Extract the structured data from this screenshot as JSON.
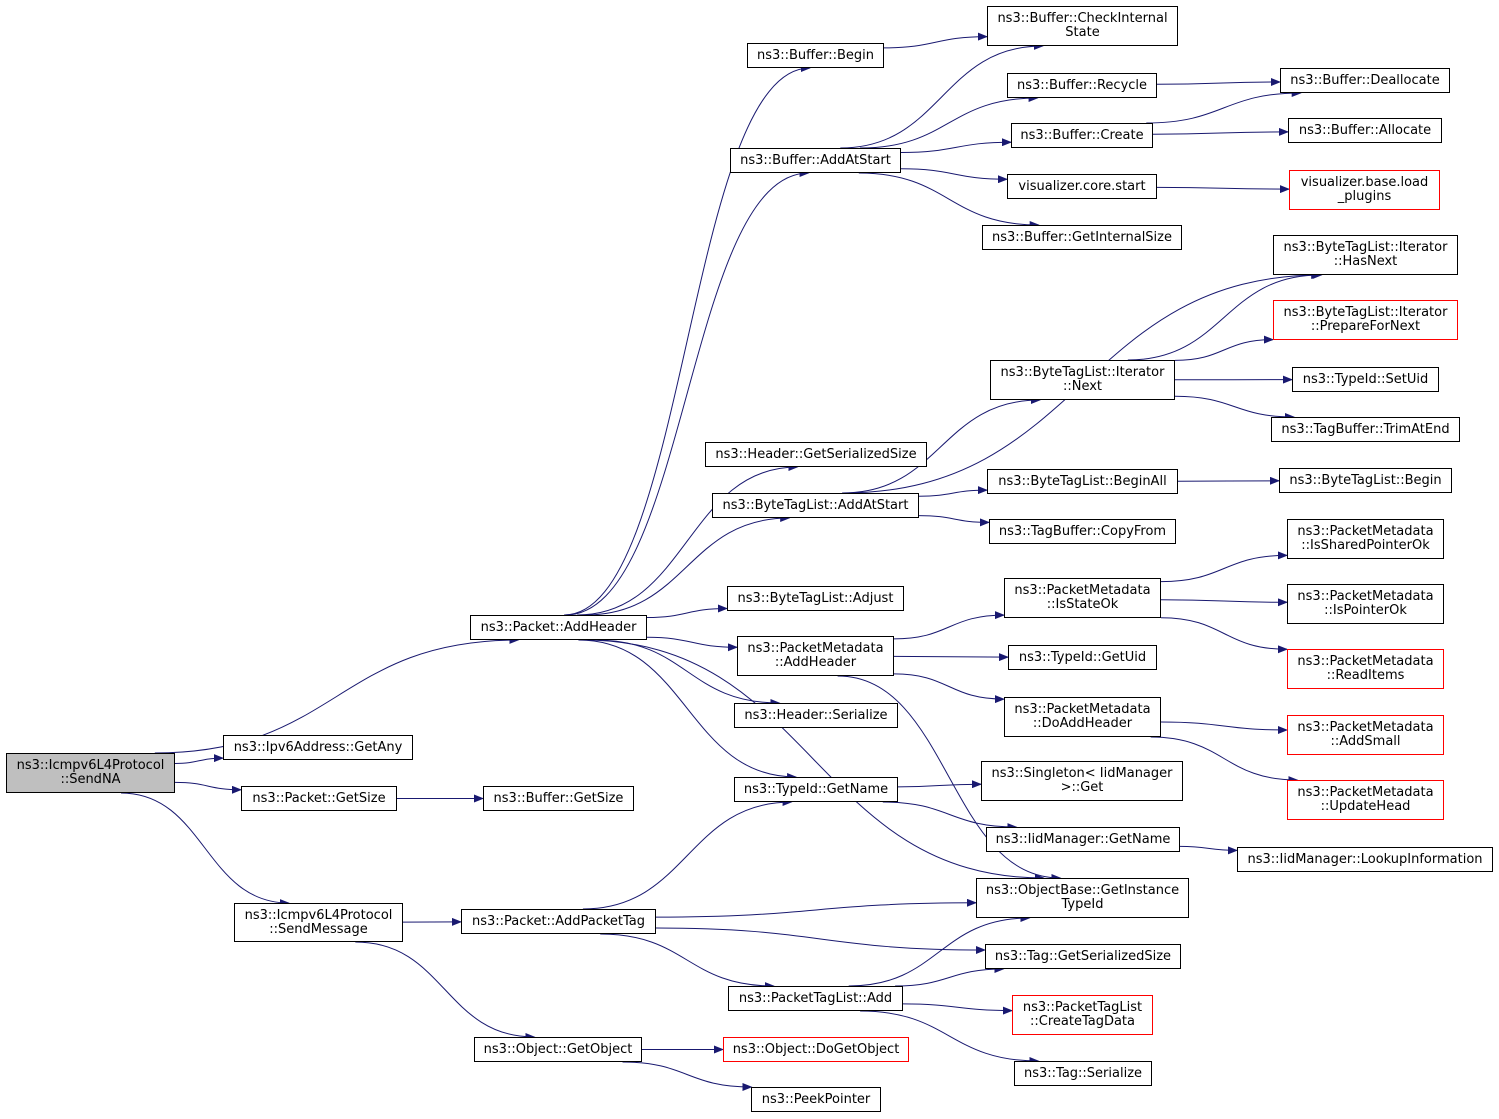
{
  "colors": {
    "edge": "#191970",
    "border_default": "#000000",
    "border_truncated": "#ff0000",
    "root_fill": "#bfbfbf"
  },
  "nodes": {
    "root": {
      "lines": [
        "ns3::Icmpv6L4Protocol",
        "::SendNA"
      ],
      "truncated": false
    },
    "add_header": {
      "lines": [
        "ns3::Packet::AddHeader"
      ],
      "truncated": false
    },
    "ipv6_get_any": {
      "lines": [
        "ns3::Ipv6Address::GetAny"
      ],
      "truncated": false
    },
    "packet_get_size": {
      "lines": [
        "ns3::Packet::GetSize"
      ],
      "truncated": false
    },
    "send_message": {
      "lines": [
        "ns3::Icmpv6L4Protocol",
        "::SendMessage"
      ],
      "truncated": false
    },
    "buffer_get_size": {
      "lines": [
        "ns3::Buffer::GetSize"
      ],
      "truncated": false
    },
    "add_packet_tag": {
      "lines": [
        "ns3::Packet::AddPacketTag"
      ],
      "truncated": false
    },
    "get_object": {
      "lines": [
        "ns3::Object::GetObject"
      ],
      "truncated": false
    },
    "buffer_begin": {
      "lines": [
        "ns3::Buffer::Begin"
      ],
      "truncated": false
    },
    "buffer_add_at_start": {
      "lines": [
        "ns3::Buffer::AddAtStart"
      ],
      "truncated": false
    },
    "header_get_serialized_size": {
      "lines": [
        "ns3::Header::GetSerializedSize"
      ],
      "truncated": false
    },
    "bytetaglist_add_at_start": {
      "lines": [
        "ns3::ByteTagList::AddAtStart"
      ],
      "truncated": false
    },
    "bytetaglist_adjust": {
      "lines": [
        "ns3::ByteTagList::Adjust"
      ],
      "truncated": false
    },
    "pm_add_header": {
      "lines": [
        "ns3::PacketMetadata",
        "::AddHeader"
      ],
      "truncated": false
    },
    "header_serialize": {
      "lines": [
        "ns3::Header::Serialize"
      ],
      "truncated": false
    },
    "typeid_get_name": {
      "lines": [
        "ns3::TypeId::GetName"
      ],
      "truncated": false
    },
    "packettaglist_add": {
      "lines": [
        "ns3::PacketTagList::Add"
      ],
      "truncated": false
    },
    "object_do_get_object": {
      "lines": [
        "ns3::Object::DoGetObject"
      ],
      "truncated": true
    },
    "peek_pointer": {
      "lines": [
        "ns3::PeekPointer"
      ],
      "truncated": false
    },
    "buffer_check_internal_state": {
      "lines": [
        "ns3::Buffer::CheckInternal",
        "State"
      ],
      "truncated": false
    },
    "buffer_recycle": {
      "lines": [
        "ns3::Buffer::Recycle"
      ],
      "truncated": false
    },
    "buffer_create": {
      "lines": [
        "ns3::Buffer::Create"
      ],
      "truncated": false
    },
    "visualizer_core_start": {
      "lines": [
        "visualizer.core.start"
      ],
      "truncated": false
    },
    "buffer_get_internal_size": {
      "lines": [
        "ns3::Buffer::GetInternalSize"
      ],
      "truncated": false
    },
    "bytetaglist_iterator_next": {
      "lines": [
        "ns3::ByteTagList::Iterator",
        "::Next"
      ],
      "truncated": false
    },
    "bytetaglist_begin_all": {
      "lines": [
        "ns3::ByteTagList::BeginAll"
      ],
      "truncated": false
    },
    "tagbuffer_copy_from": {
      "lines": [
        "ns3::TagBuffer::CopyFrom"
      ],
      "truncated": false
    },
    "pm_is_state_ok": {
      "lines": [
        "ns3::PacketMetadata",
        "::IsStateOk"
      ],
      "truncated": false
    },
    "typeid_get_uid": {
      "lines": [
        "ns3::TypeId::GetUid"
      ],
      "truncated": false
    },
    "pm_do_add_header": {
      "lines": [
        "ns3::PacketMetadata",
        "::DoAddHeader"
      ],
      "truncated": false
    },
    "singleton_iidmanager_get": {
      "lines": [
        "ns3::Singleton< IidManager",
        ">::Get"
      ],
      "truncated": false
    },
    "iidmanager_get_name": {
      "lines": [
        "ns3::IidManager::GetName"
      ],
      "truncated": false
    },
    "objectbase_get_instance_typeid": {
      "lines": [
        "ns3::ObjectBase::GetInstance",
        "TypeId"
      ],
      "truncated": false
    },
    "tag_get_serialized_size": {
      "lines": [
        "ns3::Tag::GetSerializedSize"
      ],
      "truncated": false
    },
    "packettaglist_create_tag_data": {
      "lines": [
        "ns3::PacketTagList",
        "::CreateTagData"
      ],
      "truncated": true
    },
    "tag_serialize": {
      "lines": [
        "ns3::Tag::Serialize"
      ],
      "truncated": false
    },
    "buffer_deallocate": {
      "lines": [
        "ns3::Buffer::Deallocate"
      ],
      "truncated": false
    },
    "buffer_allocate": {
      "lines": [
        "ns3::Buffer::Allocate"
      ],
      "truncated": false
    },
    "visualizer_base_load_plugins": {
      "lines": [
        "visualizer.base.load",
        "_plugins"
      ],
      "truncated": true
    },
    "bytetaglist_iterator_has_next": {
      "lines": [
        "ns3::ByteTagList::Iterator",
        "::HasNext"
      ],
      "truncated": false
    },
    "bytetaglist_iterator_prepare_for_next": {
      "lines": [
        "ns3::ByteTagList::Iterator",
        "::PrepareForNext"
      ],
      "truncated": true
    },
    "typeid_set_uid": {
      "lines": [
        "ns3::TypeId::SetUid"
      ],
      "truncated": false
    },
    "tagbuffer_trim_at_end": {
      "lines": [
        "ns3::TagBuffer::TrimAtEnd"
      ],
      "truncated": false
    },
    "bytetaglist_begin": {
      "lines": [
        "ns3::ByteTagList::Begin"
      ],
      "truncated": false
    },
    "pm_is_shared_pointer_ok": {
      "lines": [
        "ns3::PacketMetadata",
        "::IsSharedPointerOk"
      ],
      "truncated": false
    },
    "pm_is_pointer_ok": {
      "lines": [
        "ns3::PacketMetadata",
        "::IsPointerOk"
      ],
      "truncated": false
    },
    "pm_read_items": {
      "lines": [
        "ns3::PacketMetadata",
        "::ReadItems"
      ],
      "truncated": true
    },
    "pm_add_small": {
      "lines": [
        "ns3::PacketMetadata",
        "::AddSmall"
      ],
      "truncated": true
    },
    "pm_update_head": {
      "lines": [
        "ns3::PacketMetadata",
        "::UpdateHead"
      ],
      "truncated": true
    },
    "iidmanager_lookup_information": {
      "lines": [
        "ns3::IidManager::LookupInformation"
      ],
      "truncated": false
    }
  },
  "edges": [
    [
      "root",
      "add_header"
    ],
    [
      "root",
      "ipv6_get_any"
    ],
    [
      "root",
      "packet_get_size"
    ],
    [
      "root",
      "send_message"
    ],
    [
      "packet_get_size",
      "buffer_get_size"
    ],
    [
      "send_message",
      "add_packet_tag"
    ],
    [
      "send_message",
      "get_object"
    ],
    [
      "add_header",
      "buffer_begin"
    ],
    [
      "add_header",
      "buffer_add_at_start"
    ],
    [
      "add_header",
      "header_get_serialized_size"
    ],
    [
      "add_header",
      "bytetaglist_add_at_start"
    ],
    [
      "add_header",
      "bytetaglist_adjust"
    ],
    [
      "add_header",
      "pm_add_header"
    ],
    [
      "add_header",
      "header_serialize"
    ],
    [
      "add_header",
      "typeid_get_name"
    ],
    [
      "add_header",
      "objectbase_get_instance_typeid"
    ],
    [
      "add_packet_tag",
      "typeid_get_name"
    ],
    [
      "add_packet_tag",
      "objectbase_get_instance_typeid"
    ],
    [
      "add_packet_tag",
      "tag_get_serialized_size"
    ],
    [
      "add_packet_tag",
      "packettaglist_add"
    ],
    [
      "get_object",
      "object_do_get_object"
    ],
    [
      "get_object",
      "peek_pointer"
    ],
    [
      "buffer_begin",
      "buffer_check_internal_state"
    ],
    [
      "buffer_add_at_start",
      "buffer_check_internal_state"
    ],
    [
      "buffer_add_at_start",
      "buffer_recycle"
    ],
    [
      "buffer_add_at_start",
      "buffer_create"
    ],
    [
      "buffer_add_at_start",
      "visualizer_core_start"
    ],
    [
      "buffer_add_at_start",
      "buffer_get_internal_size"
    ],
    [
      "buffer_recycle",
      "buffer_deallocate"
    ],
    [
      "buffer_create",
      "buffer_deallocate"
    ],
    [
      "buffer_create",
      "buffer_allocate"
    ],
    [
      "visualizer_core_start",
      "visualizer_base_load_plugins"
    ],
    [
      "bytetaglist_add_at_start",
      "bytetaglist_iterator_has_next"
    ],
    [
      "bytetaglist_add_at_start",
      "bytetaglist_iterator_next"
    ],
    [
      "bytetaglist_add_at_start",
      "bytetaglist_begin_all"
    ],
    [
      "bytetaglist_add_at_start",
      "tagbuffer_copy_from"
    ],
    [
      "bytetaglist_iterator_next",
      "bytetaglist_iterator_has_next"
    ],
    [
      "bytetaglist_iterator_next",
      "bytetaglist_iterator_prepare_for_next"
    ],
    [
      "bytetaglist_iterator_next",
      "typeid_set_uid"
    ],
    [
      "bytetaglist_iterator_next",
      "tagbuffer_trim_at_end"
    ],
    [
      "bytetaglist_begin_all",
      "bytetaglist_begin"
    ],
    [
      "pm_add_header",
      "pm_is_state_ok"
    ],
    [
      "pm_add_header",
      "typeid_get_uid"
    ],
    [
      "pm_add_header",
      "pm_do_add_header"
    ],
    [
      "pm_add_header",
      "objectbase_get_instance_typeid"
    ],
    [
      "pm_is_state_ok",
      "pm_is_shared_pointer_ok"
    ],
    [
      "pm_is_state_ok",
      "pm_is_pointer_ok"
    ],
    [
      "pm_is_state_ok",
      "pm_read_items"
    ],
    [
      "pm_do_add_header",
      "pm_add_small"
    ],
    [
      "pm_do_add_header",
      "pm_update_head"
    ],
    [
      "typeid_get_name",
      "singleton_iidmanager_get"
    ],
    [
      "typeid_get_name",
      "iidmanager_get_name"
    ],
    [
      "iidmanager_get_name",
      "iidmanager_lookup_information"
    ],
    [
      "packettaglist_add",
      "objectbase_get_instance_typeid"
    ],
    [
      "packettaglist_add",
      "tag_get_serialized_size"
    ],
    [
      "packettaglist_add",
      "packettaglist_create_tag_data"
    ],
    [
      "packettaglist_add",
      "tag_serialize"
    ]
  ]
}
